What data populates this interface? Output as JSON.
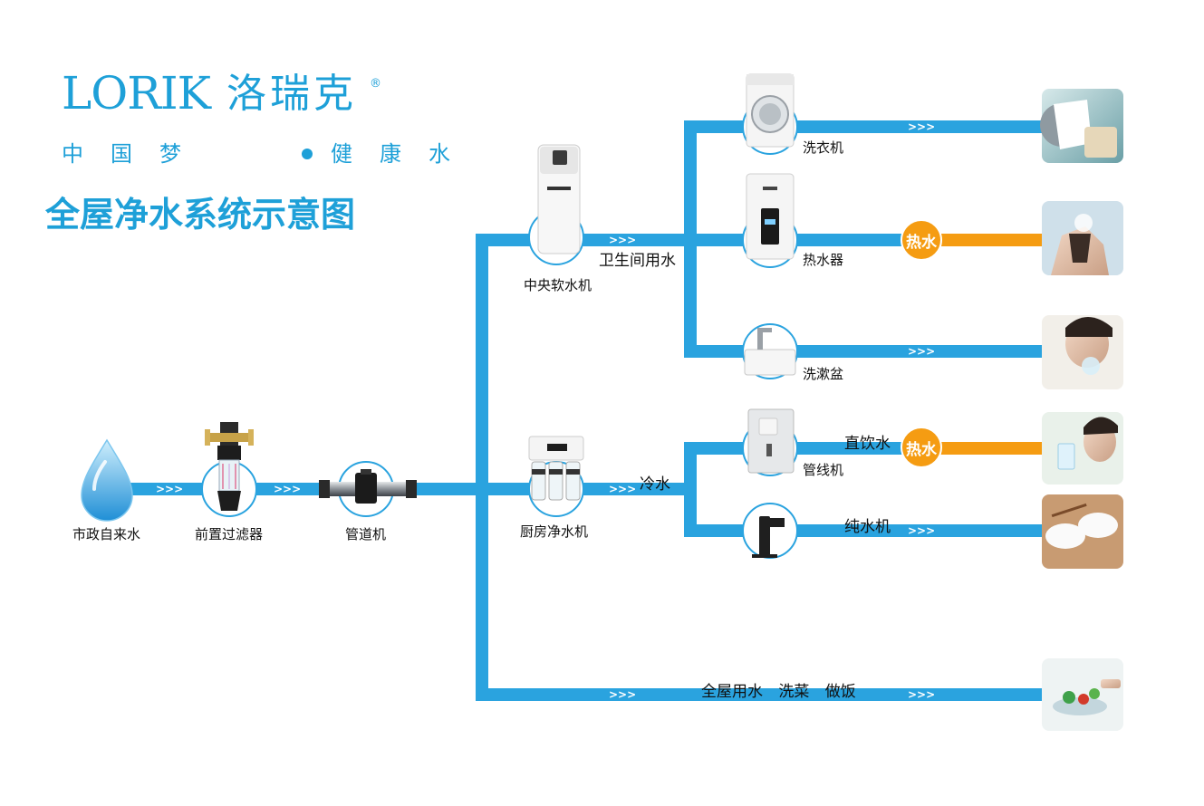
{
  "brand": {
    "latin": "LORIK",
    "chinese": "洛瑞克",
    "registered": "®",
    "slogan_left": "中国梦",
    "slogan_right": "健康水"
  },
  "title": "全屋净水系统示意图",
  "colors": {
    "cold_pipe": "#2aa3df",
    "hot_pipe": "#f59c12",
    "brand_blue": "#1ea0d8",
    "node_ring": "#2aa3df"
  },
  "flow_arrow": ">>>",
  "devices": {
    "source": "市政自来水",
    "prefilter": "前置过滤器",
    "pipe_machine": "管道机",
    "softener": "中央软水机",
    "kitchen_purifier": "厨房净水机",
    "washer": "洗衣机",
    "heater": "热水器",
    "basin": "洗漱盆",
    "pipeline_machine": "管线机",
    "pure_water_machine": "纯水机"
  },
  "branch_labels": {
    "bathroom": "卫生间用水",
    "cold": "冷水",
    "direct_drink": "直饮水",
    "pure": "纯水机",
    "whole_house": "全屋用水 洗菜 做饭",
    "hot_1": "热水",
    "hot_2": "热水"
  },
  "photos": [
    {
      "name": "laundry-photo",
      "subject": "towel-in-washer"
    },
    {
      "name": "shower-photo",
      "subject": "woman-showering"
    },
    {
      "name": "face-wash-photo",
      "subject": "woman-washing-face"
    },
    {
      "name": "drinking-photo",
      "subject": "woman-drinking-water"
    },
    {
      "name": "rice-photo",
      "subject": "bowls-of-rice"
    },
    {
      "name": "vegetable-wash-photo",
      "subject": "washing-vegetables"
    }
  ]
}
